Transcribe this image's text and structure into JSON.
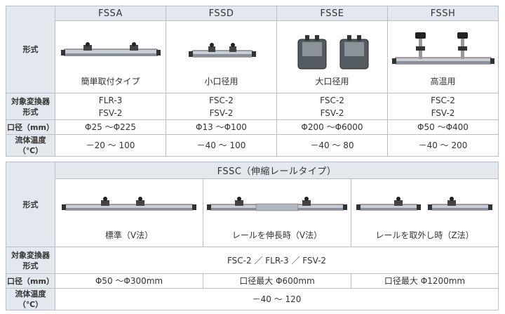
{
  "table1": {
    "row_labels": {
      "form": "形式",
      "converter_line1": "対象変換器",
      "converter_line2": "形式",
      "diameter": "口径（mm）",
      "temperature": "流体温度（℃）"
    },
    "columns": [
      {
        "model": "FSSA",
        "caption": "簡単取付タイプ",
        "conv1": "FLR-3",
        "conv2": "FSV-2",
        "diameter": "Φ25 ～Φ225",
        "temp": "－20 ～ 100"
      },
      {
        "model": "FSSD",
        "caption": "小口径用",
        "conv1": "FSC-2",
        "conv2": "FSV-2",
        "diameter": "Φ13 ～Φ100",
        "temp": "－40 ～ 100"
      },
      {
        "model": "FSSE",
        "caption": "大口径用",
        "conv1": "FSC-2",
        "conv2": "FSV-2",
        "diameter": "Φ200 ～Φ6000",
        "temp": "－40 ～ 80"
      },
      {
        "model": "FSSH",
        "caption": "高温用",
        "conv1": "FSC-2",
        "conv2": "FSV-2",
        "diameter": "Φ50 ～Φ400",
        "temp": "－40 ～ 200"
      }
    ]
  },
  "table2": {
    "header": "FSSC（伸縮レールタイプ）",
    "row_labels": {
      "form": "形式",
      "converter_line1": "対象変換器",
      "converter_line2": "形式",
      "diameter": "口径（mm）",
      "temperature": "流体温度（℃）"
    },
    "captions": [
      "標準（V法）",
      "レールを伸長時（V法）",
      "レールを取外し時（Z法）"
    ],
    "converter": "FSC-2 ／ FLR-3 ／ FSV-2",
    "diameters": [
      "Φ50 ～Φ300mm",
      "口径最大 Φ600mm",
      "口径最大 Φ1200mm"
    ],
    "temp": "－40 ～ 120"
  }
}
